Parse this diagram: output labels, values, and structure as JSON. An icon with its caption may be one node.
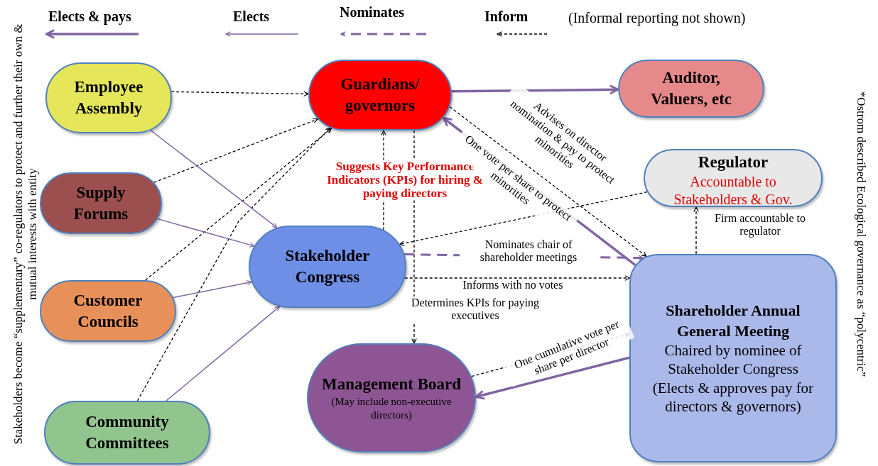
{
  "diagram": {
    "nodes": [
      {
        "text": [
          "Employee Assembly"
        ]
      },
      {
        "text": [
          "Guardians/ governors"
        ]
      },
      {
        "text": [
          "Auditor, Valuers, etc"
        ]
      },
      {
        "text": [
          "Supply Forums"
        ]
      },
      {
        "text": [
          "Regulator",
          "Accountable to Stakeholders & Gov."
        ]
      },
      {
        "text": [
          "Stakeholder Congress"
        ]
      },
      {
        "text": [
          "Customer Councils"
        ]
      },
      {
        "text": [
          "Management Board",
          "(May include non-executive directors)"
        ]
      },
      {
        "text": [
          "Shareholder Annual General Meeting",
          "Chaired by nominee of Stakeholder Congress",
          "(Elects & approves pay for directors & governors)"
        ]
      },
      {
        "text": [
          "Community Committees"
        ]
      }
    ],
    "edges": [
      {
        "from": 0,
        "to": 1,
        "arrow": "to",
        "style": "dashed"
      },
      {
        "from": 3,
        "to": 1,
        "arrow": "to",
        "style": "dashed"
      },
      {
        "from": 6,
        "to": 1,
        "arrow": "to",
        "style": "dashed"
      },
      {
        "from": 9,
        "to": 1,
        "arrow": "to",
        "style": "dashed"
      },
      {
        "from": 0,
        "to": 5,
        "arrow": "to",
        "color": "#8064a2"
      },
      {
        "from": 3,
        "to": 5,
        "arrow": "to",
        "color": "#8064a2"
      },
      {
        "from": 6,
        "to": 5,
        "arrow": "to",
        "color": "#8064a2"
      },
      {
        "from": 9,
        "to": 5,
        "arrow": "to",
        "color": "#8064a2"
      },
      {
        "from": 1,
        "to": 2,
        "arrow": "to",
        "style": "thick",
        "color": "#8064a2"
      },
      {
        "from": 5,
        "to": 1,
        "arrow": "to",
        "style": "dashed",
        "label": "Suggests Key Performance Indicators (KPIs) for hiring & paying directors"
      },
      {
        "from": 1,
        "to": 7,
        "arrow": "to",
        "style": "dashed",
        "label": "Determines KPIs for paying executives"
      },
      {
        "from": 1,
        "to": 8,
        "arrow": "to",
        "style": "dashed",
        "label": "Advises on director nomination & pay to protect minorities"
      },
      {
        "from": 8,
        "to": 1,
        "arrow": "to",
        "style": "thick",
        "color": "#8064a2",
        "label": "One vote per share to protect minorities"
      },
      {
        "from": 4,
        "to": 5,
        "arrow": "to",
        "style": "dashed"
      },
      {
        "from": 5,
        "to": 8,
        "arrow": "to",
        "style": "dashed",
        "color": "#8064a2",
        "label": "Nominates chair of shareholder meetings"
      },
      {
        "from": 5,
        "to": 8,
        "arrow": "to",
        "style": "dashed",
        "label": "Informs with no votes"
      },
      {
        "from": 8,
        "to": 4,
        "arrow": "to",
        "style": "dashed",
        "label": "Firm accountable to regulator"
      },
      {
        "from": 7,
        "to": 8,
        "arrow": "to",
        "style": "dashed"
      },
      {
        "from": 8,
        "to": 7,
        "arrow": "to",
        "style": "thick",
        "color": "#8064a2",
        "label": "One cumulative vote per share per director"
      }
    ],
    "labels": [
      "(Informal reporting not shown)",
      "Stakeholders become “supplementary” co-regulators to protect and further their own & mutual interests with entity",
      "*Ostrom described Ecological governance as “polycentric”"
    ],
    "legend": [
      {
        "text": "Elects & pays"
      },
      {
        "text": "Elects"
      },
      {
        "text": "Nominates"
      },
      {
        "text": "Inform"
      }
    ]
  }
}
